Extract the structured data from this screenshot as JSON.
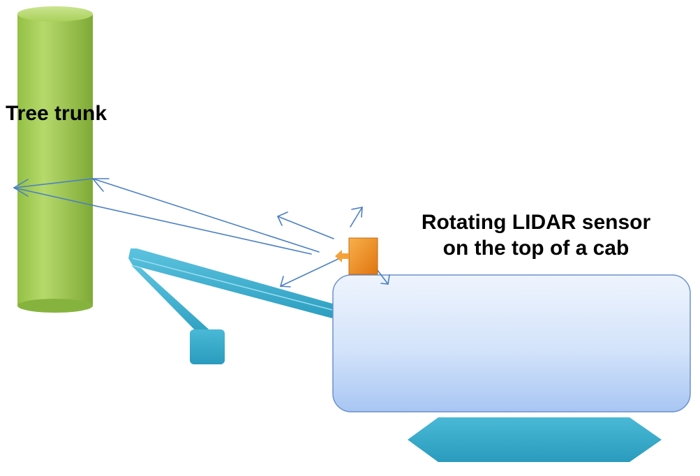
{
  "labels": {
    "tree_trunk": "Tree trunk",
    "lidar_line1": "Rotating LIDAR sensor",
    "lidar_line2": "on the top of a cab"
  },
  "colors": {
    "trunk_light": "#b5d66a",
    "trunk_dark": "#7fae36",
    "arm": "#3aaecd",
    "cab_top": "#e8f0fc",
    "cab_bottom": "#a9c8f5",
    "cab_border": "#5f88c8",
    "sensor": "#f08a1c",
    "beam": "#4a7fc4"
  },
  "icons": [
    "tree-trunk-cylinder",
    "crane-arm",
    "cab-body",
    "lidar-sensor",
    "beam-arrows"
  ]
}
